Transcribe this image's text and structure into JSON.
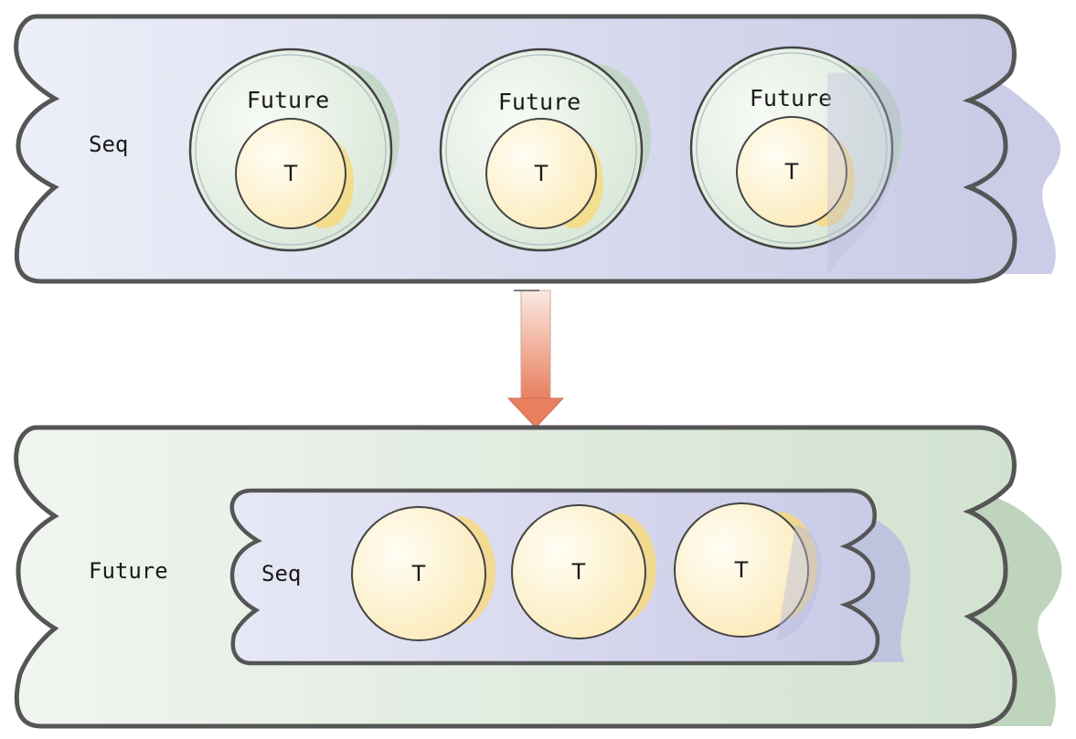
{
  "top": {
    "container_label": "Seq",
    "items": [
      {
        "label": "Future",
        "inner_label": "T"
      },
      {
        "label": "Future",
        "inner_label": "T"
      },
      {
        "label": "Future",
        "inner_label": "T"
      }
    ]
  },
  "bottom": {
    "container_label": "Future",
    "inner_container_label": "Seq",
    "items": [
      {
        "label": "T"
      },
      {
        "label": "T"
      },
      {
        "label": "T"
      }
    ]
  },
  "colors": {
    "seq_fill": "#d9dbee",
    "future_fill": "#dde9dc",
    "t_fill": "#fff3cf",
    "outline": "#555555",
    "arrow": "#e58a6c"
  }
}
